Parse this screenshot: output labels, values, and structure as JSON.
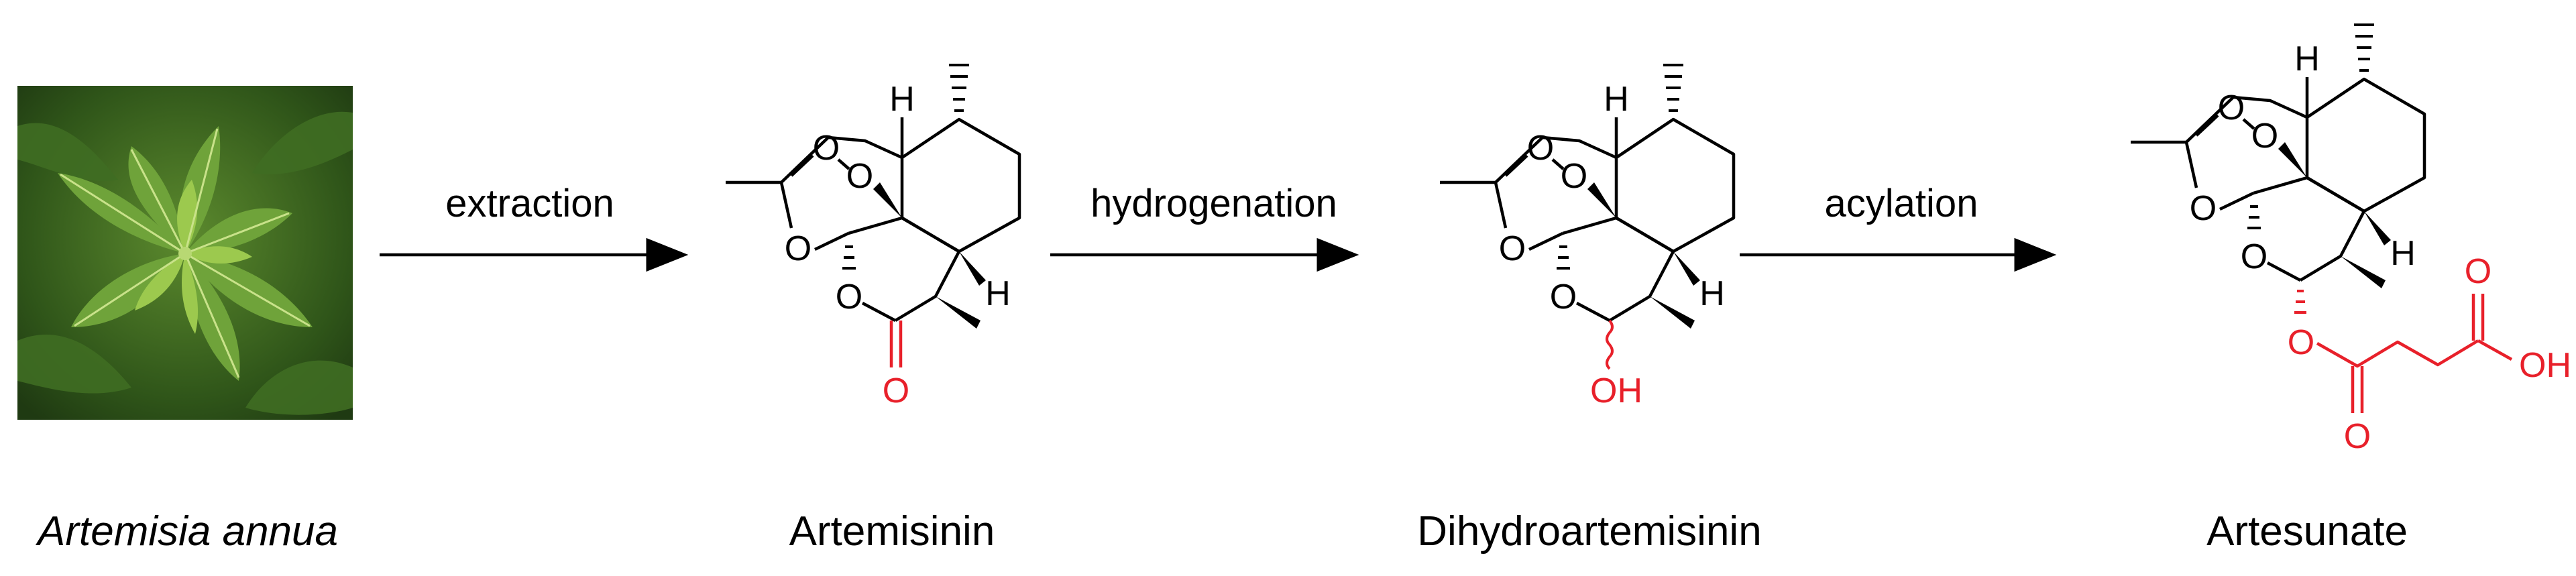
{
  "plant": {
    "caption": "Artemisia annua"
  },
  "steps": [
    {
      "label": "extraction"
    },
    {
      "label": "hydrogenation"
    },
    {
      "label": "acylation"
    }
  ],
  "compounds": [
    {
      "name": "Artemisinin"
    },
    {
      "name": "Dihydroartemisinin"
    },
    {
      "name": "Artesunate"
    }
  ],
  "atoms": {
    "oxygen": "O",
    "hydrogen": "H",
    "hydroxyl": "OH"
  },
  "colors": {
    "bond": "#000000",
    "highlight": "#e8202a"
  }
}
